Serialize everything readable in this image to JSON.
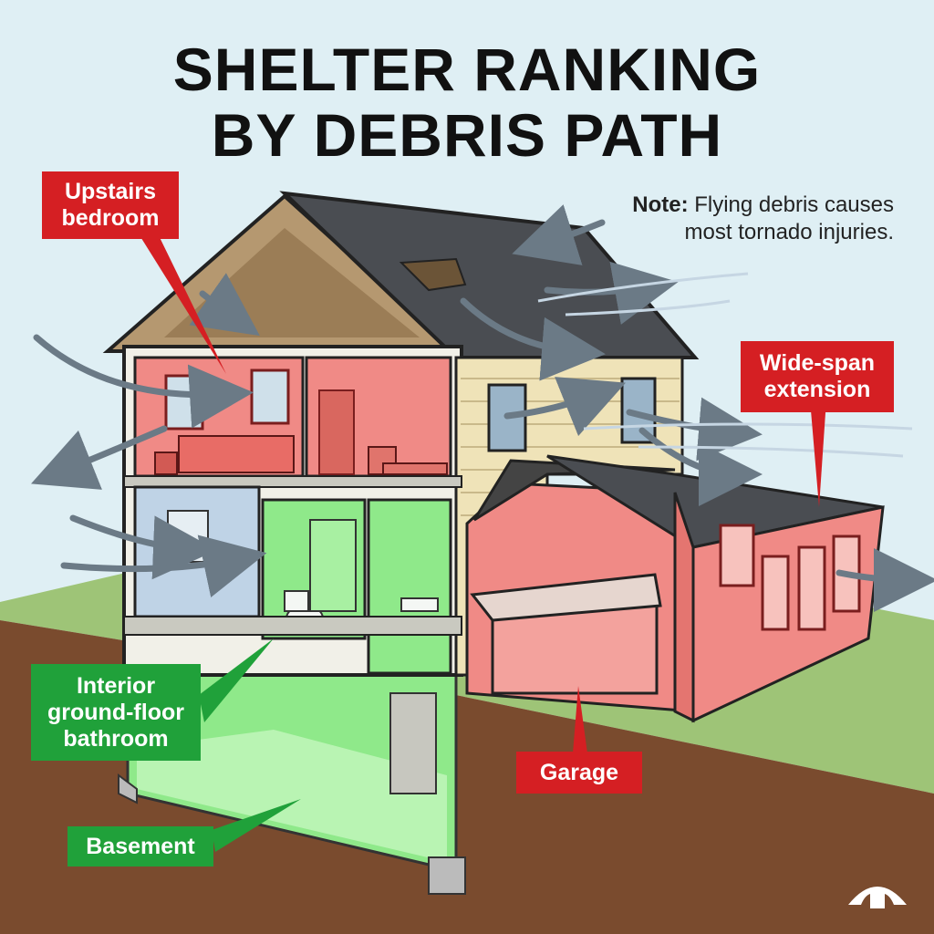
{
  "title": {
    "line1": "SHELTER RANKING",
    "line2": "BY DEBRIS PATH"
  },
  "note": {
    "bold": "Note:",
    "line1": "Flying debris causes",
    "line2": "most tornado injuries."
  },
  "labels": {
    "upstairs_line1": "Upstairs",
    "upstairs_line2": "bedroom",
    "extension_line1": "Wide-span",
    "extension_line2": "extension",
    "bathroom_line1": "Interior",
    "bathroom_line2": "ground-floor",
    "bathroom_line3": "bathroom",
    "garage": "Garage",
    "basement": "Basement"
  },
  "colors": {
    "danger": "#d51f23",
    "safe": "#20a13a",
    "danger_fill": "#f08a86",
    "safe_fill": "#8fe98a",
    "neutral_room": "#bfd3e6"
  }
}
